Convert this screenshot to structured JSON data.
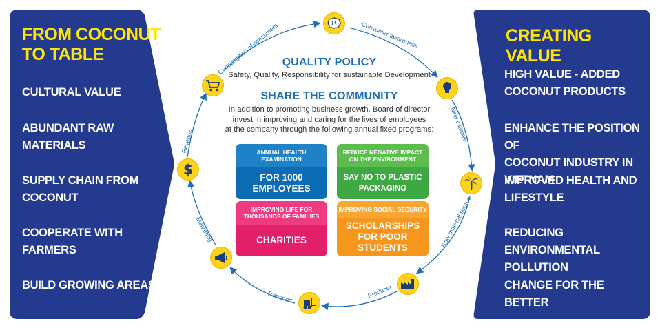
{
  "left_panel": {
    "title": "FROM COCONUT\nTO TABLE",
    "items": [
      "CULTURAL VALUE",
      "ABUNDANT RAW\nMATERIALS",
      "SUPPLY CHAIN FROM\nCOCONUT",
      "COOPERATE WITH\nFARMERS",
      "BUILD GROWING AREAS"
    ]
  },
  "right_panel": {
    "title": "CREATING VALUE",
    "items": [
      "HIGH VALUE - ADDED\nCOCONUT PRODUCTS",
      "ENHANCE THE POSITION OF\nCOCONUT INDUSTRY IN VIETNAM",
      "IMPROVED HEALTH AND\nLIFESTYLE",
      "REDUCING ENVIRONMENTAL\nPOLLUTION",
      "CHANGE FOR THE BETTER"
    ]
  },
  "quality_policy": {
    "title": "QUALITY POLICY",
    "text": "Safety, Quality, Responsibility for sustainable Development"
  },
  "community": {
    "title": "SHARE THE COMMUNITY",
    "text": "In addition to promoting business growth, Board of director\ninvest in improving and caring for the lives of employees\nat the company through the following annual fixed programs:"
  },
  "programs": [
    {
      "top": "ANNUAL HEALTH\nEXAMINATION",
      "bottom": "FOR 1000 EMPLOYEES",
      "color_top": "#1f82c6",
      "color_bottom": "#0b6cb3"
    },
    {
      "top": "REDUCE NEGATIVE IMPACT\nON THE ENVIRONMENT",
      "bottom": "SAY NO TO PLASTIC PACKAGING",
      "color_top": "#5cbc4c",
      "color_bottom": "#3ea842"
    },
    {
      "top": "IMPROVING LIFE FOR\nTHOUSANDS OF FAMILIES",
      "bottom": "CHARITIES",
      "color_top": "#ee3c80",
      "color_bottom": "#e41f69"
    },
    {
      "top": "IMPROVING SOCIAL SECURITY",
      "bottom": "SCHOLARSHIPS\nFOR POOR STUDENTS",
      "color_top": "#f9a732",
      "color_bottom": "#f6961d"
    }
  ],
  "cycle": [
    {
      "label": "Consumer awareness",
      "icon": "brain-icon"
    },
    {
      "label": "New initiative",
      "icon": "lightbulb-icon"
    },
    {
      "label": "Raw material source",
      "icon": "palm-tree-icon"
    },
    {
      "label": "Producer",
      "icon": "factory-icon"
    },
    {
      "label": "Transport",
      "icon": "forklift-icon"
    },
    {
      "label": "Marketing",
      "icon": "megaphone-icon"
    },
    {
      "label": "Revenue",
      "icon": "dollar-icon"
    },
    {
      "label": "Consumption of consumers",
      "icon": "cart-icon"
    }
  ],
  "colors": {
    "panel": "#233a8f",
    "panel_title": "#ffe600",
    "heading": "#1f6fb6",
    "icon_bg": "#ffd31a"
  }
}
